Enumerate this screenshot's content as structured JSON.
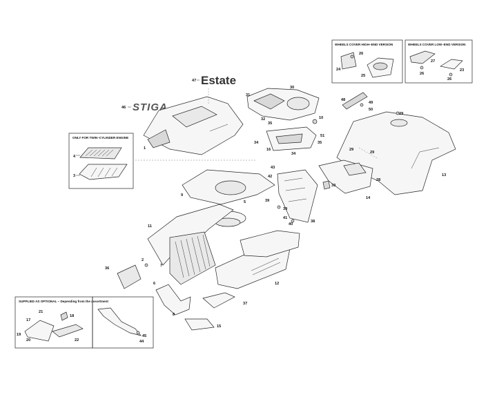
{
  "boxes": {
    "twin_cylinder": "ONLY FOR TWIN–CYLINDER ENGINE",
    "wheels_high": "WHEELS COVER HIGH–END VERSION",
    "wheels_low": "WHEELS COVER LOW–END VERSION",
    "optional": "SUPPLIED AS OPTIONAL – Depending from the assortment"
  },
  "brands": {
    "estate": "Estate",
    "stiga": "STIGA"
  },
  "callouts": {
    "c1": "1",
    "c2": "2",
    "c3": "3",
    "c4": "4",
    "c5": "5",
    "c6": "6",
    "c7": "7",
    "c8": "8",
    "c9": "9",
    "c10": "10",
    "c11": "11",
    "c12": "12",
    "c13": "13",
    "c14": "14",
    "c15": "15",
    "c16": "16",
    "c17": "17",
    "c18": "18",
    "c19": "19",
    "c20": "20",
    "c21": "21",
    "c22": "22",
    "c23": "23",
    "c24": "24",
    "c25": "25",
    "c26": "26",
    "c27": "27",
    "c28": "28",
    "c29": "29",
    "c30": "30",
    "c31": "31",
    "c32": "32",
    "c33": "33",
    "c34": "34",
    "c35": "35",
    "c36": "36",
    "c37": "37",
    "c38": "38",
    "c39": "39",
    "c40": "40",
    "c41": "41",
    "c42": "42",
    "c43": "43",
    "c44": "44",
    "c45": "45",
    "c46": "46",
    "c47": "47",
    "c48": "48",
    "c49": "49",
    "c50": "50",
    "c51": "51"
  }
}
